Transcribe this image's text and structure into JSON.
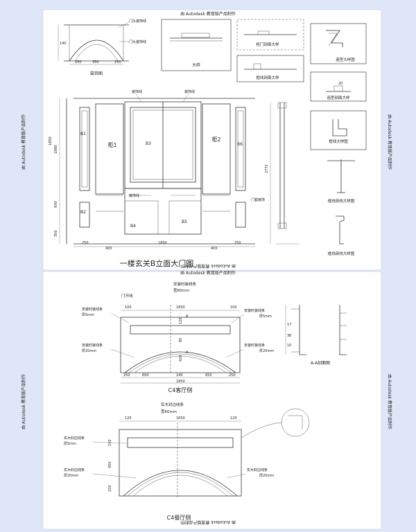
{
  "watermarks": {
    "top": "由 Autodesk 教育版产品制作",
    "side": "由 Autodesk 教育版产品制作",
    "mid_upside": "由 Autodesk 教育版产品制作",
    "mid": "由 Autodesk 教育版产品制作",
    "bottom": "由 Autodesk 教育版产品制作"
  },
  "top": {
    "arch_label": "装饰图",
    "arch_dims": [
      "250",
      "350",
      "250"
    ],
    "arch_side_dim": "140",
    "arch_note_1": "门头装饰线",
    "arch_note_2": "门头装饰线",
    "panel_large": "大样",
    "panel_section": "柜门剖面大样",
    "panel_z": "造型大样图",
    "panel_face": "框线剖面大样",
    "panel_small": "造型剖面大样",
    "panel_frame": "框线大样图",
    "panel_inner1": "框线剖线大样图",
    "panel_inner2": "框线剖线大样图",
    "panel_small_dim": "20",
    "cab1": "柜1",
    "cab2": "柜2",
    "b1": "B1",
    "b2": "B2",
    "b3": "B3",
    "b4": "B4",
    "b5": "B5",
    "b6": "B6",
    "elev_title": "一楼玄关B立面大门图",
    "note_left": "装饰线",
    "note_right": "装饰线",
    "note_lower": "装饰线",
    "door_note": "门套装饰",
    "left_dims": [
      "1850",
      "1880",
      "930",
      "350"
    ],
    "bottom_dims": [
      "250",
      "400",
      "1800",
      "400",
      "250"
    ],
    "right_dim": "2772"
  },
  "c4": {
    "top_note": "门开线",
    "mid_note_top": "安装时装线条",
    "mid_note_top_val": "宽60mm",
    "ul": "安装时装线条",
    "ul_val": "厚5mm",
    "ur": "安装时装线条",
    "ur_val": "厚5mm",
    "ll": "安装时装线条",
    "ll_val": "厚20mm",
    "lr": "安装时装线条",
    "lr_val": "厚20mm",
    "label": "C4客厅侧",
    "dims_top": [
      "100",
      "1650",
      "100"
    ],
    "dims_bottom": [
      "250",
      "650",
      "140",
      "650",
      "250"
    ],
    "total": "1850",
    "section_mark": "A",
    "side_dims": [
      "120",
      "80",
      "420"
    ]
  },
  "section_aa": {
    "label": "A-A剖面图",
    "dims": [
      "17",
      "36",
      "10"
    ]
  },
  "c4b": {
    "top_note": "实木封边线条",
    "top_note_val": "宽60mm",
    "ul": "实木封边线条",
    "ul_val": "厚5mm",
    "ll": "实木封边线条",
    "ll_val": "厚20mm",
    "lr": "实木封边线条",
    "lr_val": "厚20mm",
    "label": "C4餐厅侧",
    "dims_top": [
      "120",
      "1650",
      "120"
    ],
    "side_dims": [
      "150",
      "450",
      "150"
    ]
  }
}
